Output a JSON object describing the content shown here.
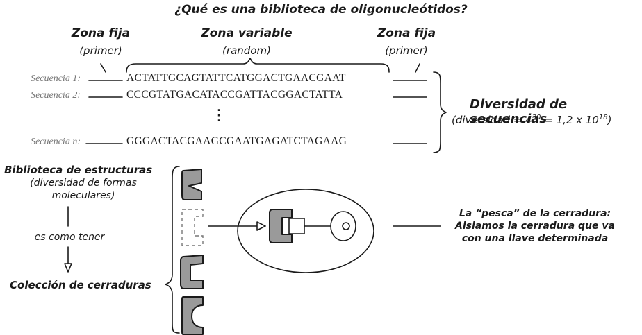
{
  "title": "¿Qué es una biblioteca de oligonucleótidos?",
  "zones": {
    "left": {
      "title": "Zona fija",
      "subtitle": "(primer)"
    },
    "middle": {
      "title": "Zona variable",
      "subtitle": "(random)"
    },
    "right": {
      "title": "Zona fija",
      "subtitle": "(primer)"
    }
  },
  "sequences": [
    {
      "label": "Secuencia 1:",
      "value": "ACTATTGCAGTATTCATGGACTGAACGAAT"
    },
    {
      "label": "Secuencia 2:",
      "value": "CCCGTATGACATACCGATTACGGACTATTA"
    },
    {
      "label": "Secuencia n:",
      "value": "GGGACTACGAAGCGAATGAGATCTAGAAG"
    }
  ],
  "ellipsis": "⋮",
  "diversity": {
    "title": "Diversidad de secuencias",
    "formula_prefix": "(diversidad = 4",
    "formula_exp": "30",
    "formula_middle": " = 1,2 x 10",
    "formula_exp2": "18",
    "formula_suffix": ")"
  },
  "structures": {
    "title": "Biblioteca de estructuras",
    "subtitle_line1": "(diversidad de formas",
    "subtitle_line2": "moleculares)",
    "connector": "es como tener",
    "result": "Colección de cerraduras"
  },
  "fishing": {
    "line1": "La “pesca” de la cerradura:",
    "line2": "Aislamos la cerradura que va",
    "line3": "con una llave determinada"
  },
  "colors": {
    "shape_fill": "#9a9a9a",
    "shape_stroke": "#1a1a1a",
    "muted_text": "#777777"
  }
}
